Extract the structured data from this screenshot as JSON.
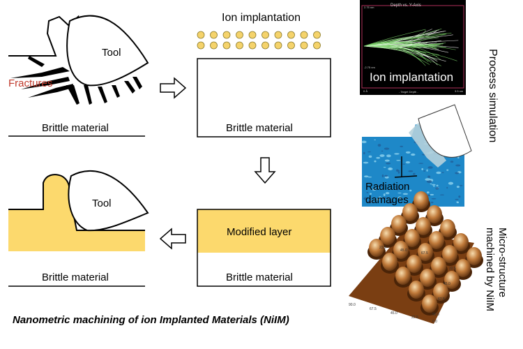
{
  "colors": {
    "fracture_text": "#c0392b",
    "modified_fill": "#fcd96d",
    "dot_fill": "#f5d36b",
    "sim_bg": "#000000",
    "damage_bg": "#1e88c8",
    "surface_dark": "#6b3a12",
    "surface_light": "#f0c98c"
  },
  "left_top": {
    "tool_label": "Tool",
    "fractures_label": "Fractures",
    "material_label": "Brittle material"
  },
  "center_top": {
    "title": "Ion implantation",
    "material_label": "Brittle material"
  },
  "center_bottom": {
    "layer_label": "Modified layer",
    "material_label": "Brittle material"
  },
  "left_bottom": {
    "tool_label": "Tool",
    "material_label": "Brittle material"
  },
  "sim_plot": {
    "header": "Depth vs. Y-Axis",
    "caption": "Ion implantation",
    "y_top": "2.75 nm",
    "y_bottom": "-2.75 nm",
    "x_left": "0 Å",
    "x_center": "- Target Depth -",
    "x_right": "3.5 nm"
  },
  "damage_panel": {
    "caption_line1": "Radiation",
    "caption_line2": "damages"
  },
  "surface_plot": {
    "ticks_left": [
      "90.0",
      "67.5",
      "45.0",
      "22.5",
      "0.0"
    ],
    "ticks_right": [
      "22.5",
      "45.0",
      "67.5",
      "90.0"
    ],
    "ticks_top": [
      "22.5",
      "45.0",
      "67.5"
    ]
  },
  "side_labels": {
    "process": "Process simulation",
    "micro_line1": "Micro-structure",
    "micro_line2": "machined by NiIM"
  },
  "caption": "Nanometric machining of ion Implanted Materials (NiIM)"
}
